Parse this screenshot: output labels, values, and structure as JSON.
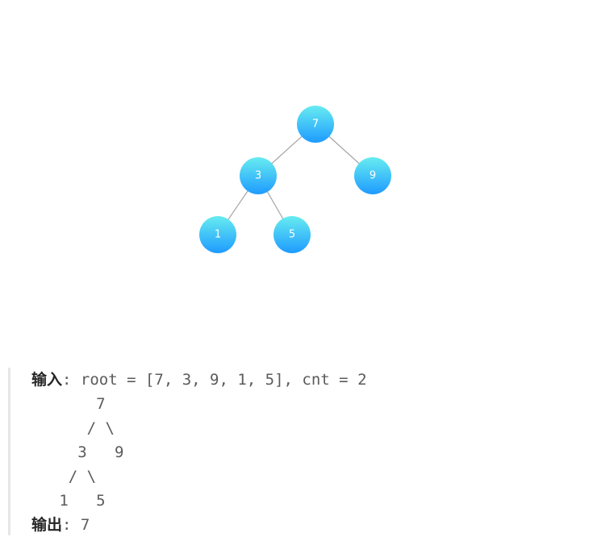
{
  "tree": {
    "nodes": [
      {
        "id": "n7",
        "label": "7"
      },
      {
        "id": "n3",
        "label": "3"
      },
      {
        "id": "n9",
        "label": "9"
      },
      {
        "id": "n1",
        "label": "1"
      },
      {
        "id": "n5",
        "label": "5"
      }
    ],
    "edges": [
      {
        "from": "n7",
        "to": "n3"
      },
      {
        "from": "n7",
        "to": "n9"
      },
      {
        "from": "n3",
        "to": "n1"
      },
      {
        "from": "n3",
        "to": "n5"
      }
    ],
    "colors": {
      "node_top": "#67ecf0",
      "node_bottom": "#1e9bff",
      "edge": "#a6a6a6",
      "label": "#ffffff"
    }
  },
  "example": {
    "input_label": "输入",
    "input_value": ": root = [7, 3, 9, 1, 5], cnt = 2",
    "art": [
      "       7",
      "      / \\",
      "     3   9",
      "    / \\",
      "   1   5"
    ],
    "output_label": "输出",
    "output_value": ": 7"
  }
}
